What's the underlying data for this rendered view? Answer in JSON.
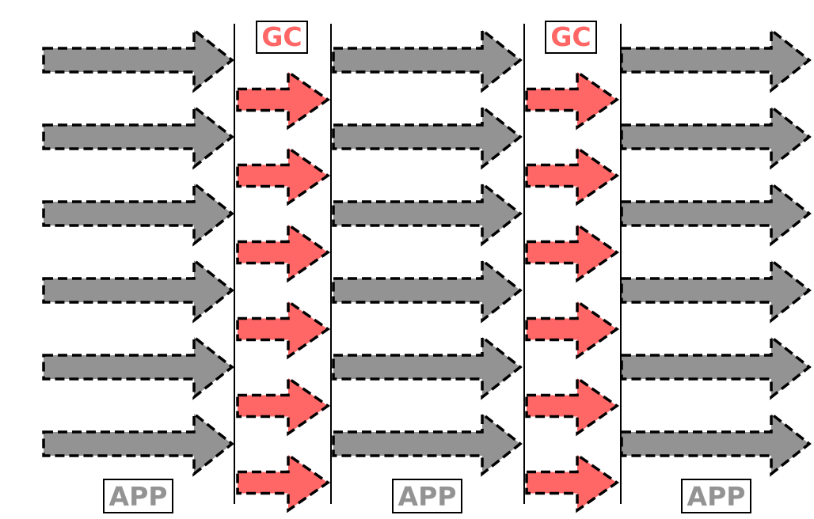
{
  "labels": {
    "gc": "GC",
    "app": "APP"
  },
  "colors": {
    "app_arrow": "#939393",
    "gc_arrow": "#ff6666",
    "outline": "#000000",
    "separator": "#000000",
    "background": "#ffffff"
  },
  "diagram": {
    "app_phases": 3,
    "gc_phases": 2,
    "app_threads_per_phase": 6,
    "gc_threads_per_phase": 6,
    "icons": [
      "dashed-arrow-icon"
    ]
  }
}
